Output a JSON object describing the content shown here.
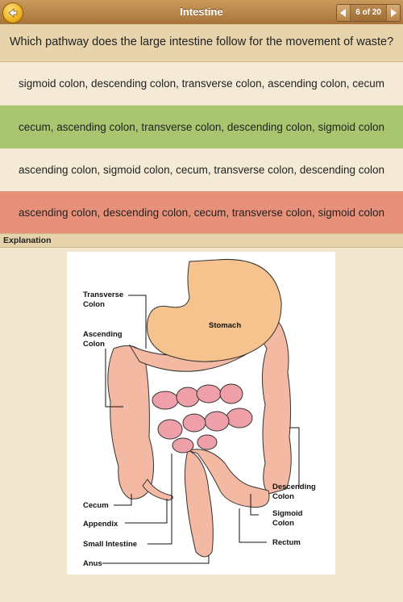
{
  "header": {
    "title": "Intestine",
    "page_indicator": "6 of 20"
  },
  "question": {
    "text": "Which pathway does the large intestine follow for the movement of waste?"
  },
  "answers": [
    {
      "text": "sigmoid colon, descending colon, transverse colon, ascending colon, cecum",
      "state": "neutral"
    },
    {
      "text": "cecum, ascending colon, transverse colon, descending colon, sigmoid colon",
      "state": "correct"
    },
    {
      "text": "ascending colon, sigmoid colon, cecum, transverse colon, descending colon",
      "state": "neutral"
    },
    {
      "text": "ascending colon, descending colon, cecum, transverse colon, sigmoid colon",
      "state": "wrong"
    }
  ],
  "explanation": {
    "heading": "Explanation",
    "labels": {
      "transverse_1": "Transverse",
      "transverse_2": "Colon",
      "ascending_1": "Ascending",
      "ascending_2": "Colon",
      "stomach": "Stomach",
      "cecum": "Cecum",
      "appendix": "Appendix",
      "small_intestine": "Small Intestine",
      "anus": "Anus",
      "descending_1": "Descending",
      "descending_2": "Colon",
      "sigmoid_1": "Sigmoid",
      "sigmoid_2": "Colon",
      "rectum": "Rectum"
    }
  },
  "colors": {
    "correct": "#a9c56f",
    "wrong": "#e8917a",
    "stomach": "#f6c28e",
    "colon": "#f4b9a2",
    "small_intestine": "#ee9fa8"
  }
}
